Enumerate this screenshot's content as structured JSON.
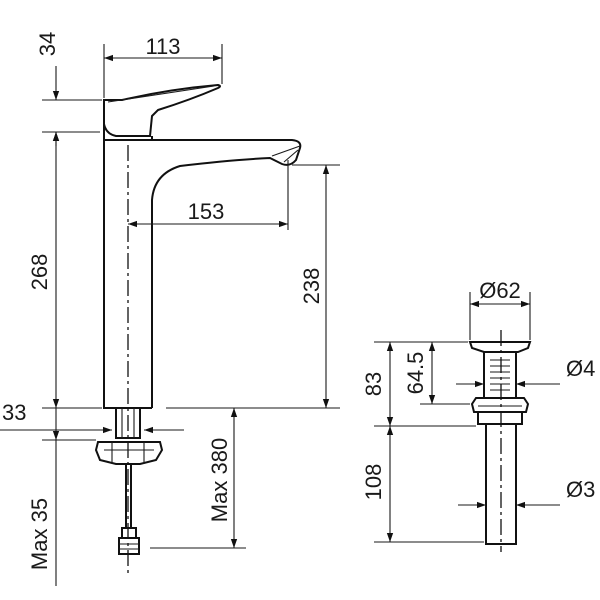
{
  "dimensions": {
    "d34": "34",
    "d113": "113",
    "d268": "268",
    "d153": "153",
    "d238": "238",
    "d33": "33",
    "max35": "Max 35",
    "max380": "Max 380",
    "d83": "83",
    "d645": "64.5",
    "dia62": "Ø62",
    "dia4": "Ø4",
    "d108": "108",
    "dia3": "Ø3"
  }
}
